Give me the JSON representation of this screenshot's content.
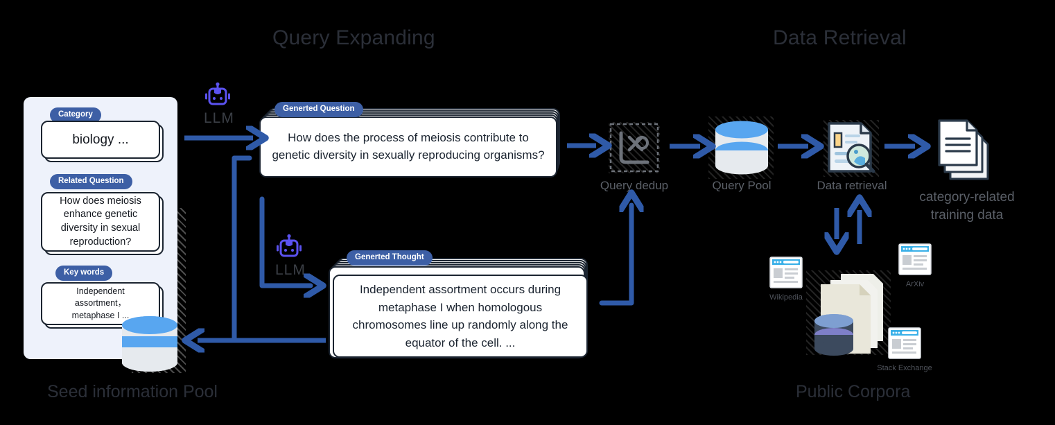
{
  "sections": {
    "query_expanding_title": "Query Expanding",
    "data_retrieval_title": "Data Retrieval",
    "seed_pool_footer": "Seed information Pool",
    "public_corpora_footer": "Public Corpora"
  },
  "seed_pool": {
    "cards": [
      {
        "badge": "Category",
        "text": "biology ..."
      },
      {
        "badge": "Related Question",
        "text": "How does meiosis enhance genetic diversity in sexual reproduction?"
      },
      {
        "badge": "Key words",
        "text": "Independent assortment，metaphase I ..."
      }
    ],
    "db_icon": "database-cylinder-icon"
  },
  "query_expanding": {
    "llm_label_top": "LLM",
    "llm_label_bottom": "LLM",
    "llm_icon": "robot-icon",
    "question_card": {
      "badge": "Generted Question",
      "text": "How does the process of meiosis contribute to genetic diversity in sexually reproducing organisms?"
    },
    "thought_card": {
      "badge": "Generted Thought",
      "text": "Independent assortment occurs during metaphase I when homologous chromosomes line up randomly along the equator of the cell. ..."
    }
  },
  "pipeline": [
    {
      "label": "Query dedup",
      "icon": "dedup-box-icon"
    },
    {
      "label": "Query Pool",
      "icon": "database-cylinder-icon"
    },
    {
      "label": "Data retrieval",
      "icon": "document-magnifier-icon"
    }
  ],
  "output": {
    "label": "category-related training data",
    "label_line1": "category-related",
    "label_line2": "training data",
    "icon": "document-stack-icon"
  },
  "public_corpora": {
    "sources": [
      {
        "label": "Wikipedia",
        "icon": "browser-window-icon"
      },
      {
        "label": "ArXiv",
        "icon": "browser-window-icon"
      },
      {
        "label": "Stack Exchange",
        "icon": "browser-window-icon"
      }
    ],
    "center_icon": "documents-and-database-icon"
  },
  "colors": {
    "accent_blue": "#2f5aa8",
    "badge_blue": "#3d5fa5",
    "cylinder_blue": "#58a6f0",
    "robot_purple": "#5b52f0",
    "panel_bg": "#eef2fb",
    "text_dark": "#2b2f38",
    "background": "#000000"
  }
}
